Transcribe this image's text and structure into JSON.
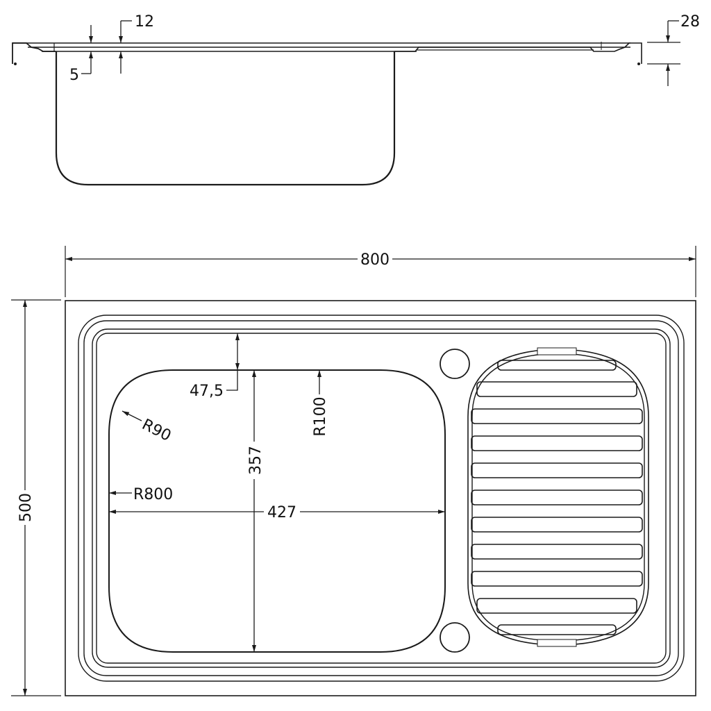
{
  "drawing": {
    "title": "Kitchen sink with drainboard – technical drawing",
    "views": [
      "side-section",
      "top-view"
    ],
    "units": "mm",
    "colors": {
      "line": "#1a1a1a",
      "background": "#ffffff"
    }
  },
  "side_view": {
    "dimensions": {
      "rim_thickness": "5",
      "flange_height": "12",
      "edge_drop": "28"
    }
  },
  "top_view": {
    "dimensions": {
      "overall_width": "800",
      "overall_depth": "500",
      "bowl_width": "427",
      "bowl_depth": "357",
      "bowl_offset_from_rim": "47,5",
      "corner_radius_small": "R90",
      "back_edge_radius": "R100",
      "side_edge_radius": "R800"
    },
    "features": {
      "tap_holes": 2,
      "drainboard_ribs": 10
    }
  }
}
